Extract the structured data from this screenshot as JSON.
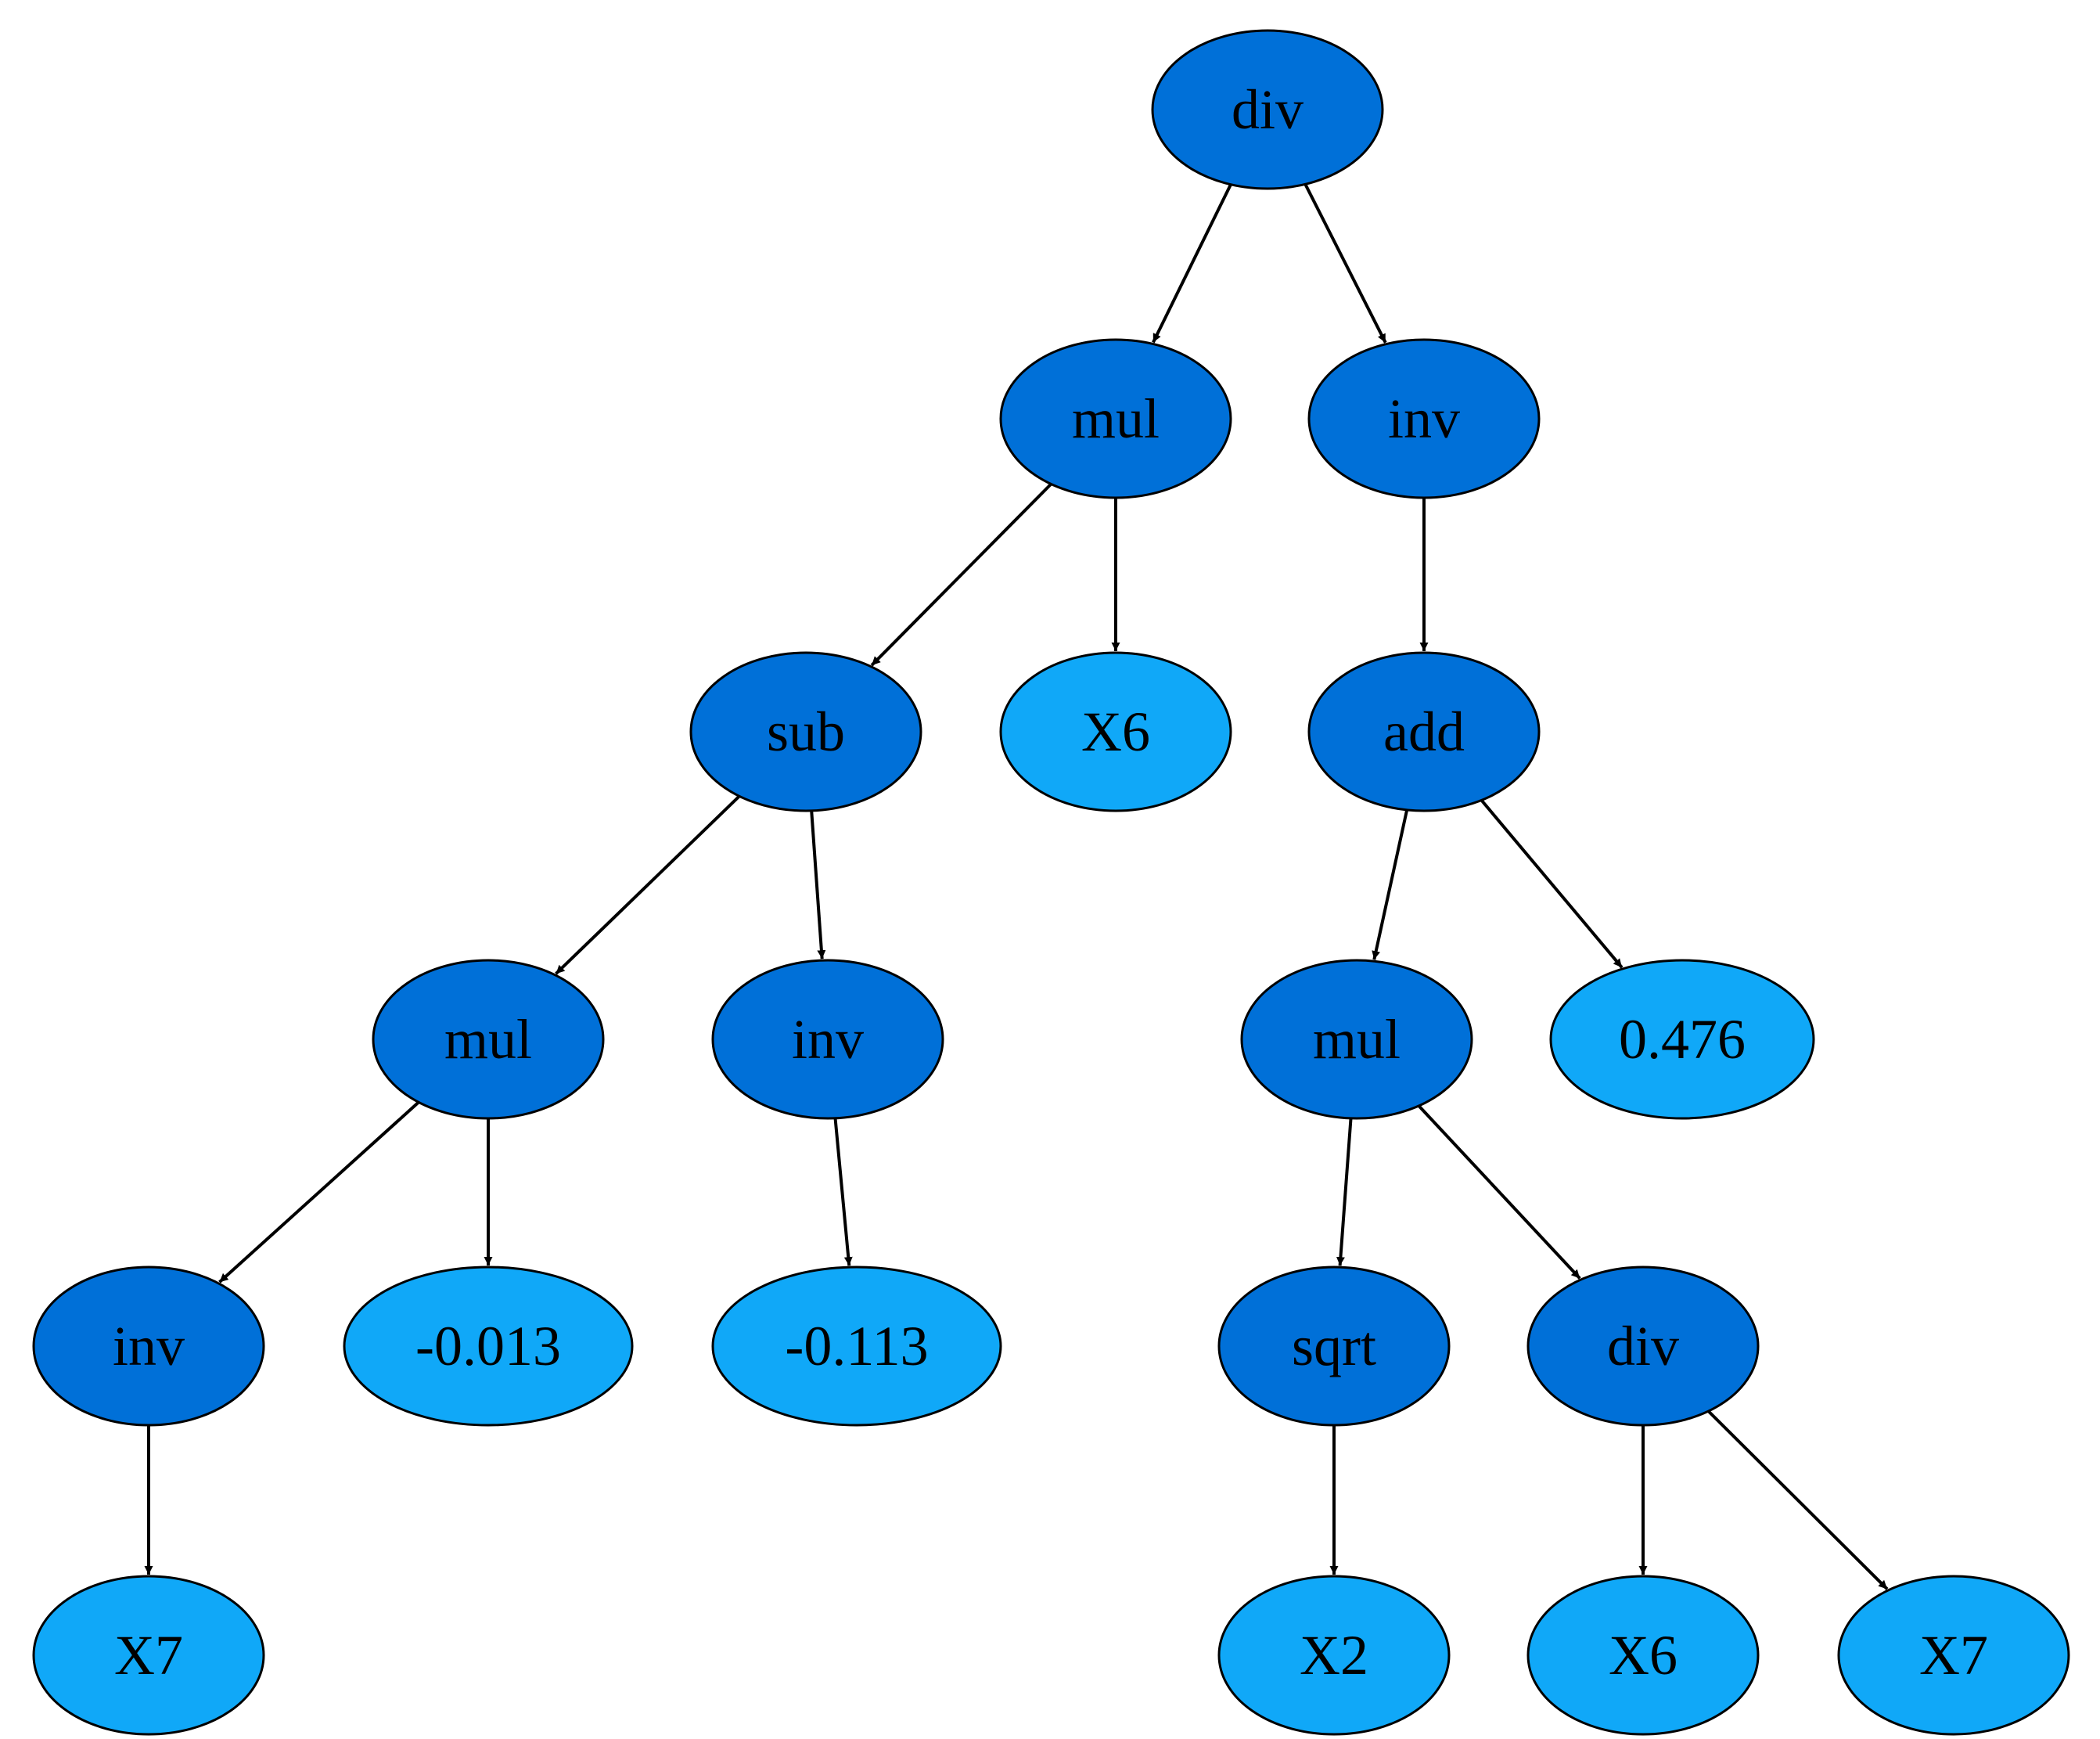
{
  "colors": {
    "operator": "#0070D8",
    "leaf": "#10A8F8",
    "edge": "#000000",
    "outline": "#000000",
    "background": "#FFFFFF"
  },
  "tree": {
    "nodes": [
      {
        "id": "n0",
        "label": "div",
        "kind": "operator"
      },
      {
        "id": "n1",
        "label": "mul",
        "kind": "operator"
      },
      {
        "id": "n2",
        "label": "inv",
        "kind": "operator"
      },
      {
        "id": "n3",
        "label": "sub",
        "kind": "operator"
      },
      {
        "id": "n4",
        "label": "X6",
        "kind": "leaf"
      },
      {
        "id": "n5",
        "label": "add",
        "kind": "operator"
      },
      {
        "id": "n6",
        "label": "mul",
        "kind": "operator"
      },
      {
        "id": "n7",
        "label": "inv",
        "kind": "operator"
      },
      {
        "id": "n8",
        "label": "mul",
        "kind": "operator"
      },
      {
        "id": "n9",
        "label": "0.476",
        "kind": "leaf"
      },
      {
        "id": "n10",
        "label": "inv",
        "kind": "operator"
      },
      {
        "id": "n11",
        "label": "-0.013",
        "kind": "leaf"
      },
      {
        "id": "n12",
        "label": "-0.113",
        "kind": "leaf"
      },
      {
        "id": "n13",
        "label": "sqrt",
        "kind": "operator"
      },
      {
        "id": "n14",
        "label": "div",
        "kind": "operator"
      },
      {
        "id": "n15",
        "label": "X7",
        "kind": "leaf"
      },
      {
        "id": "n16",
        "label": "X2",
        "kind": "leaf"
      },
      {
        "id": "n17",
        "label": "X6",
        "kind": "leaf"
      },
      {
        "id": "n18",
        "label": "X7",
        "kind": "leaf"
      }
    ],
    "edges": [
      [
        "n0",
        "n1"
      ],
      [
        "n0",
        "n2"
      ],
      [
        "n1",
        "n3"
      ],
      [
        "n1",
        "n4"
      ],
      [
        "n2",
        "n5"
      ],
      [
        "n3",
        "n6"
      ],
      [
        "n3",
        "n7"
      ],
      [
        "n5",
        "n8"
      ],
      [
        "n5",
        "n9"
      ],
      [
        "n6",
        "n10"
      ],
      [
        "n6",
        "n11"
      ],
      [
        "n7",
        "n12"
      ],
      [
        "n8",
        "n13"
      ],
      [
        "n8",
        "n14"
      ],
      [
        "n10",
        "n15"
      ],
      [
        "n13",
        "n16"
      ],
      [
        "n14",
        "n17"
      ],
      [
        "n14",
        "n18"
      ]
    ]
  }
}
